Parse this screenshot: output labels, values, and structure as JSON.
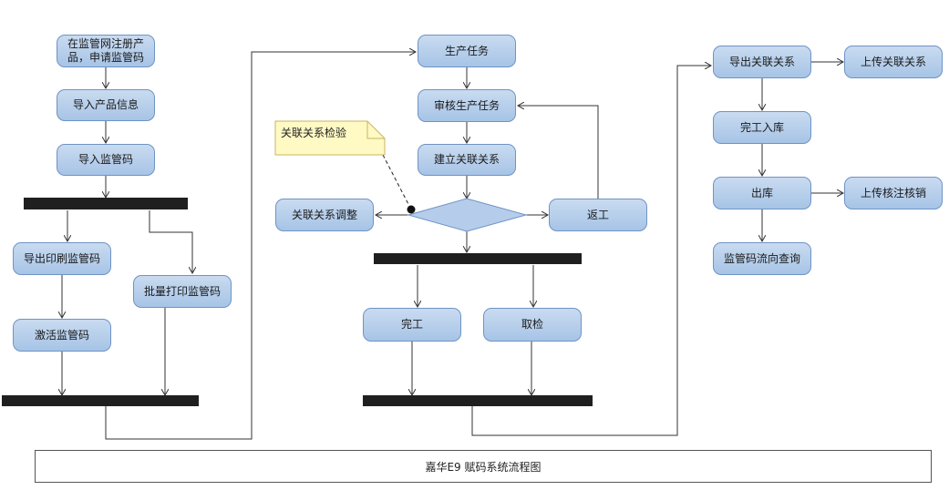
{
  "title": "嘉华E9 赋码系统流程图",
  "note": "关联关系检验",
  "nodes": {
    "register": "在监管网注册产品，申请监管码",
    "import_product": "导入产品信息",
    "import_code": "导入监管码",
    "export_print": "导出印刷监管码",
    "batch_print": "批量打印监管码",
    "activate": "激活监管码",
    "production_task": "生产任务",
    "review_task": "审核生产任务",
    "build_relation": "建立关联关系",
    "adjust_relation": "关联关系调整",
    "rework": "返工",
    "complete": "完工",
    "sample": "取检",
    "export_relation": "导出关联关系",
    "upload_relation": "上传关联关系",
    "warehouse_in": "完工入库",
    "outbound": "出库",
    "upload_cancel": "上传核注核销",
    "trace_query": "监管码流向查询"
  },
  "colors": {
    "node_fill_top": "#c9dbf0",
    "node_fill_bottom": "#a7c4e6",
    "node_border": "#6f93c6",
    "bar": "#1f1f1f",
    "note_fill": "#fff9c4",
    "note_border": "#c8b560"
  }
}
